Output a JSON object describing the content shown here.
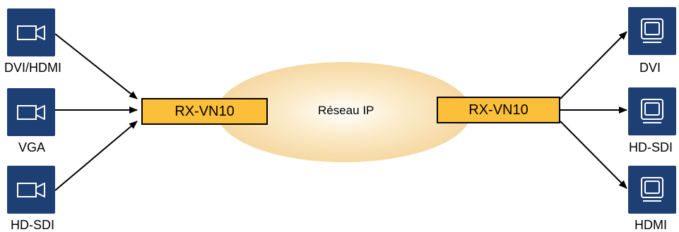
{
  "diagram": {
    "sources": [
      {
        "label": "DVI/HDMI",
        "icon": "video-camera-icon"
      },
      {
        "label": "VGA",
        "icon": "video-camera-icon"
      },
      {
        "label": "HD-SDI",
        "icon": "video-camera-icon"
      }
    ],
    "encoder": {
      "label": "RX-VN10"
    },
    "network": {
      "label": "Réseau IP"
    },
    "decoder": {
      "label": "RX-VN10"
    },
    "displays": [
      {
        "label": "DVI",
        "icon": "monitor-icon"
      },
      {
        "label": "HD-SDI",
        "icon": "monitor-icon"
      },
      {
        "label": "HDMI",
        "icon": "monitor-icon"
      }
    ],
    "colors": {
      "tile": "#1d3f74",
      "device": "#fbbf3a",
      "cloud": "#f8dfae"
    }
  }
}
